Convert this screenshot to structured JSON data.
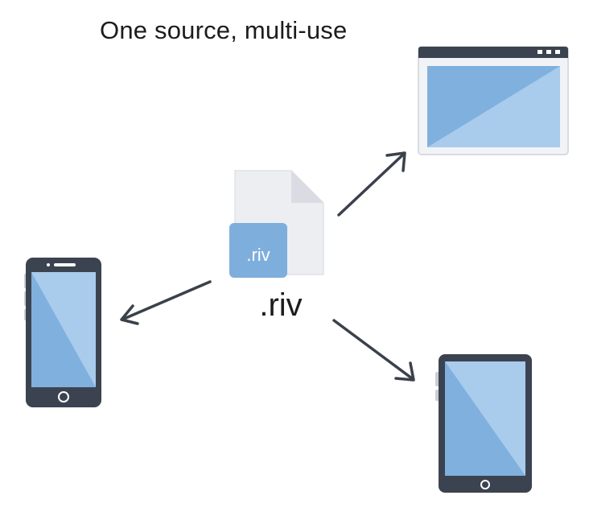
{
  "title": "One source, multi-use",
  "file": {
    "badge_label": ".riv",
    "caption": ".riv",
    "icon": "document-icon"
  },
  "targets": [
    {
      "name": "browser-window",
      "icon": "browser-window-icon"
    },
    {
      "name": "smartphone",
      "icon": "smartphone-icon"
    },
    {
      "name": "tablet",
      "icon": "tablet-icon"
    }
  ],
  "colors": {
    "device_frame": "#3c4350",
    "screen_light": "#a9cbec",
    "screen_dark": "#80b0de",
    "arrow": "#3b414b",
    "file_body": "#eceef1",
    "file_fold": "#d9dde3",
    "badge": "#7eaedc",
    "text": "#1c1c1c"
  }
}
